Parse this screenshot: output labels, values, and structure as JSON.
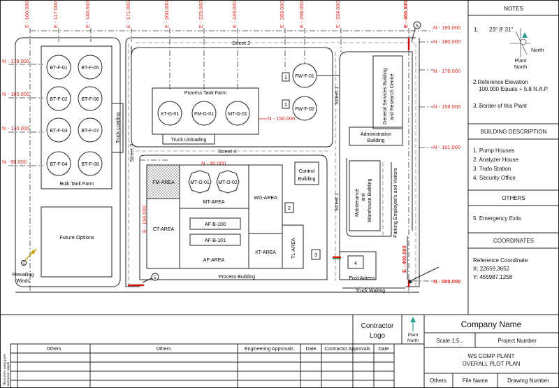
{
  "coords_x": [
    "E - 100.000",
    "E - 117.000",
    "E - 140.000",
    "E - 171.000",
    "E - 200.000",
    "E - 225.000",
    "E - 249.000",
    "E - 283.000",
    "E - 298.000",
    "E - 324.000",
    "E - 400.000"
  ],
  "coords_n": [
    "N - 190.000",
    "N - 180.000",
    "N - 178.000",
    "N - 176.000",
    "N - 165.000",
    "N - 158.000",
    "N - 130.000",
    "N - 101.000",
    "N - 90.000",
    "N - 150.000",
    "N - 000.000"
  ],
  "coord_inner": {
    "n90": "N - 90.000",
    "e194": "E - 194.000",
    "e400": "E - 400.000"
  },
  "tanks_bulk": [
    "BT-F-01",
    "BT-F-05",
    "BT-F-02",
    "BT-F-06",
    "BT-F-03",
    "BT-F-07",
    "BT-F-04",
    "BT-F-08"
  ],
  "tanks_process": [
    "XT-G-01",
    "FM-G-01",
    "MT-G-01"
  ],
  "tanks_fw": [
    "FW-F-01",
    "FW-F-02"
  ],
  "tanks_mt": [
    "MT-O-01",
    "MT-O-02"
  ],
  "labels": {
    "bulk_tank_farm": "Bulk Tank Farm",
    "truck_loading": "Truck Loading",
    "street2": "Street 2",
    "street3": "Street 3",
    "street4": "Street 4",
    "street1a": "Street 1",
    "street1b": "Street 1",
    "process_tank_farm": "Process Tank Farm",
    "truck_unloading": "Truck Unloading",
    "future_options": "Future Options",
    "prevailing": "Prevailing",
    "winds": "Winds",
    "fm_area": "FM-AREA",
    "mt_area": "MT-AREA",
    "wg_area": "WG-AREA",
    "ct_area": "CT-AREA",
    "af_b100": "AF-B-100",
    "af_b101": "AF-B-101",
    "af_area": "AF-AREA",
    "xt_area": "XT-AREA",
    "tl_area": "TL-AREA",
    "control": "Control",
    "building": "Building",
    "process_building": "Process Building",
    "gsb1": "General Services Building",
    "gsb2": "and Research Centre",
    "admin1": "Administration",
    "admin2": "Building",
    "maint1": "Maintenance",
    "maint2": "and",
    "maint3": "Warehouse Building",
    "parking": "Parking Employee's and Visitors",
    "post_adress": "Post Adress",
    "truck_waiting": "Truck Waiting"
  },
  "markers": {
    "m1a": "1",
    "m1b": "1",
    "m2": "2",
    "m3": "3",
    "m4": "4",
    "m5a": "5",
    "m5b": "5"
  },
  "notes": {
    "title": "NOTES",
    "n1_num": "1.",
    "n1_angle": "23° 8' 31\"",
    "north": "North",
    "plant": "Plant",
    "plant_north": "North",
    "n2a": "2.Reference Elevation",
    "n2b": "100.000 Equals + 5.8 N.A.P.",
    "n3": "3. Border of this Plant"
  },
  "building_desc": {
    "title": "BUILDING DESCRIPTION",
    "items": [
      "1. Pump Houses",
      "2. Analyzer House",
      "3. Trafo Station",
      "4. Security Office"
    ]
  },
  "others": {
    "title": "OTHERS",
    "items": [
      "5. Emergency Exits"
    ]
  },
  "coordinates": {
    "title": "COORDINATES",
    "ref": "Reference Coordinate",
    "x": "X:  22659.3652",
    "y": "Y:  455987.1258"
  },
  "title_block": {
    "contractor1": "Contractor",
    "contractor2": "Logo",
    "plant": "Plant",
    "north": "North",
    "company": "Company Name",
    "scale": "Scale 1:5..",
    "project_number": "Project Number",
    "drawing1": "WS COMP PLANT",
    "drawing2": "OVERALL PLOT PLAN",
    "others": "Others",
    "file_name": "File Name",
    "drawing_number": "Drawing Number",
    "rev_headers": [
      "Others",
      "Others",
      "Engineering Approvals",
      "Date",
      "Contractor Approvals",
      "Date"
    ],
    "side_note1": "The truth is rarely pure,",
    "side_note2": "and never simple."
  },
  "colors": {
    "coord": "#e2231a",
    "line": "#222222",
    "north_arrow": "#2a9d8f",
    "exit_line": "#cc1111"
  }
}
